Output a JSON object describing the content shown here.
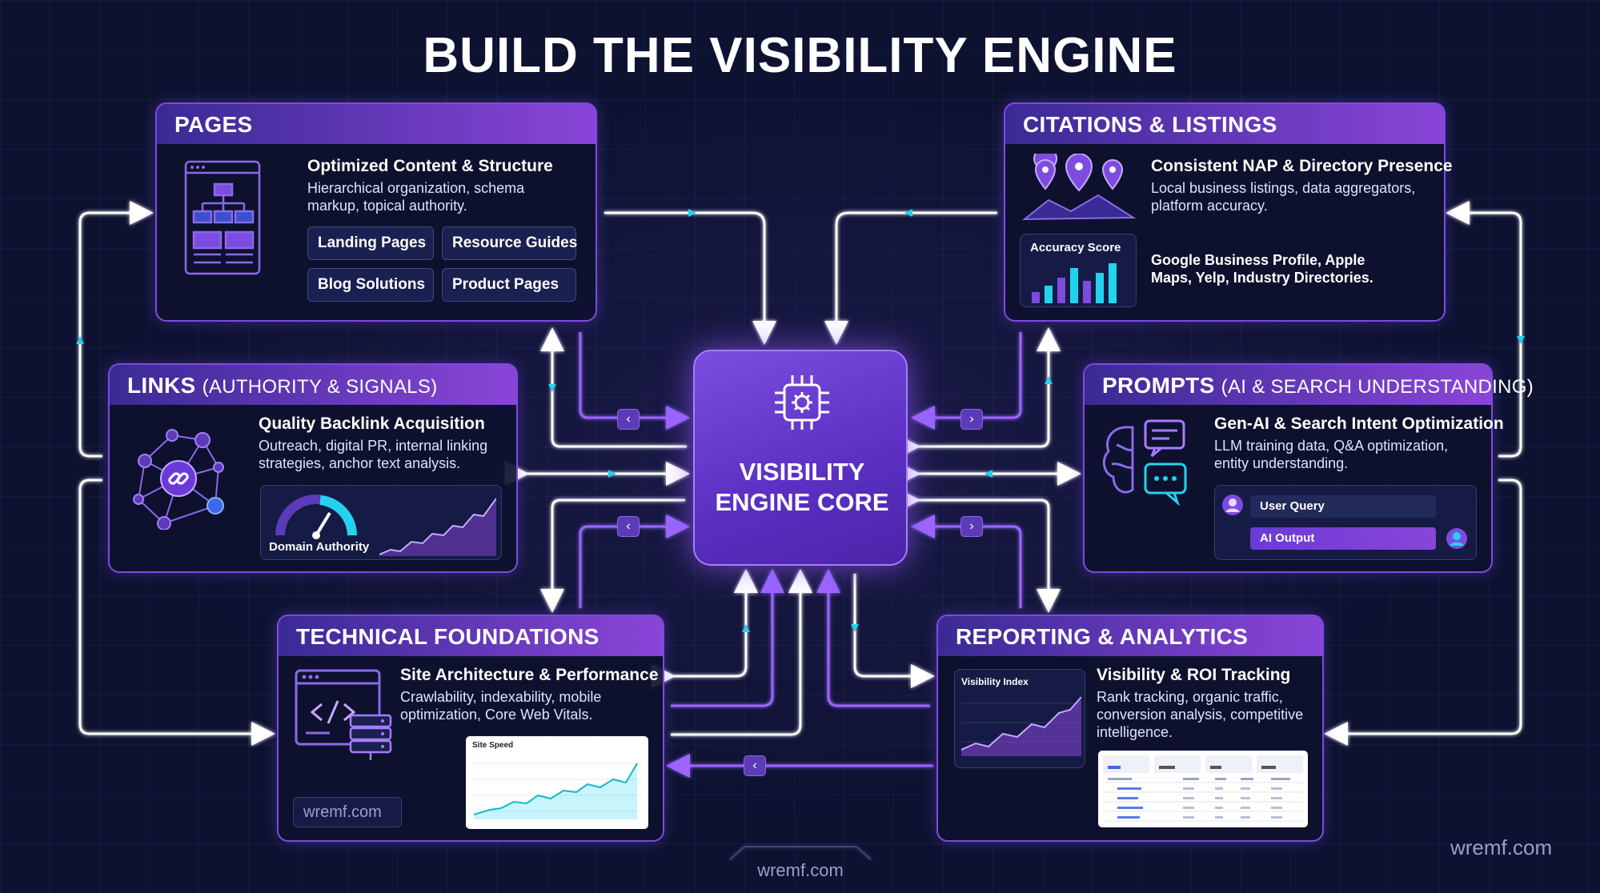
{
  "title": "BUILD THE VISIBILITY ENGINE",
  "core": {
    "label": "VISIBILITY ENGINE CORE",
    "icon": "chip-gear-icon"
  },
  "colors": {
    "background": "#0d1230",
    "accent": "#8a45d8",
    "connector": "#ffffff",
    "glow": "#22d3ee"
  },
  "pages": {
    "heading": "PAGES",
    "title": "Optimized Content & Structure",
    "description": "Hierarchical organization, schema markup, topical authority.",
    "chips": [
      "Landing Pages",
      "Resource Guides",
      "Blog Solutions",
      "Product Pages"
    ],
    "icon": "sitemap-window-icon"
  },
  "citations": {
    "heading": "CITATIONS & LISTINGS",
    "title": "Consistent NAP & Directory Presence",
    "description": "Local business listings, data aggregators, platform accuracy.",
    "card_label": "Accuracy Score",
    "platforms": "Google Business Profile, Apple Maps, Yelp, Industry Directories.",
    "icon": "map-pins-icon"
  },
  "links": {
    "heading": "LINKS",
    "heading_sub": "(AUTHORITY & SIGNALS)",
    "title": "Quality Backlink Acquisition",
    "description": "Outreach, digital PR, internal linking strategies, anchor text analysis.",
    "gauge_label": "Domain Authority",
    "icon": "link-network-icon"
  },
  "prompts": {
    "heading": "PROMPTS",
    "heading_sub": "(AI & SEARCH UNDERSTANDING)",
    "title": "Gen-AI & Search Intent Optimization",
    "description": "LLM training data, Q&A optimization, entity understanding.",
    "query_label": "User Query",
    "output_label": "AI Output",
    "icon": "brain-chat-icon"
  },
  "technical": {
    "heading": "TECHNICAL FOUNDATIONS",
    "title": "Site Architecture & Performance",
    "description": "Crawlability, indexability, mobile optimization, Core Web Vitals.",
    "chart_label": "Site Speed",
    "watermark": "wremf.com",
    "icon": "code-server-icon"
  },
  "reporting": {
    "heading": "REPORTING & ANALYTICS",
    "title": "Visibility & ROI Tracking",
    "description": "Rank tracking, organic traffic, conversion analysis, competitive intelligence.",
    "chart_label": "Visibility Index",
    "icon": "analytics-dashboard-icon"
  },
  "footer": {
    "watermark": "wremf.com",
    "corner_watermark": "wremf.com"
  }
}
